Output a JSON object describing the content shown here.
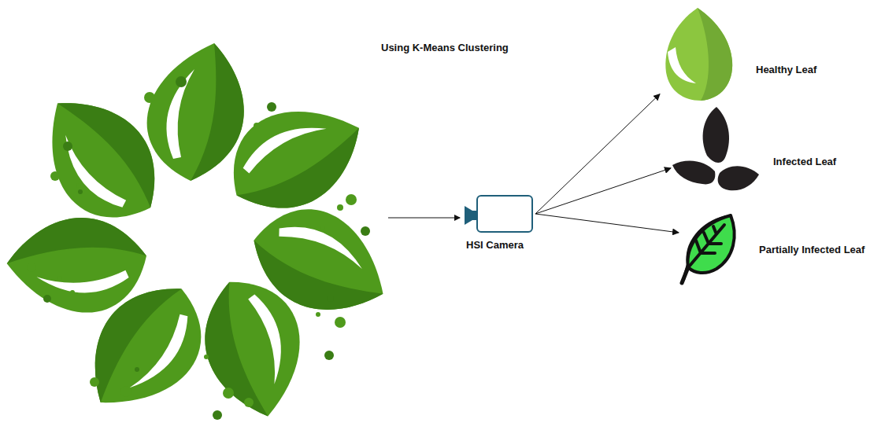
{
  "diagram": {
    "title": "Using K-Means Clustering",
    "nodes": [
      {
        "text": [
          "HSI Camera"
        ]
      },
      {
        "text": [
          "Healthy Leaf"
        ]
      },
      {
        "text": [
          "Infected Leaf"
        ]
      },
      {
        "text": [
          "Partially Infected Leaf"
        ]
      }
    ],
    "edges": [
      {
        "from": 0,
        "to": 1,
        "arrow": "to"
      },
      {
        "from": 0,
        "to": 2,
        "arrow": "to"
      },
      {
        "from": 0,
        "to": 3,
        "arrow": "to"
      }
    ]
  }
}
